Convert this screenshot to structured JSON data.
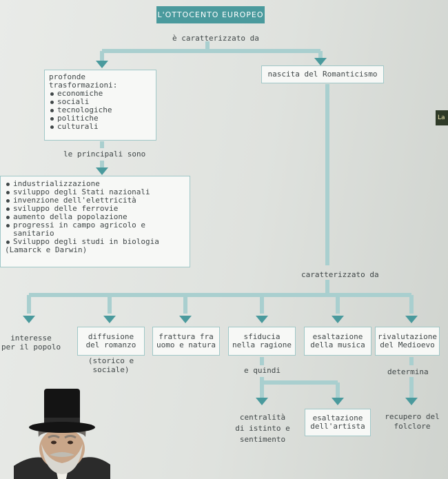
{
  "title": "L'OTTOCENTO EUROPEO",
  "caption_top": "è caratterizzato da",
  "left_box": {
    "heading": "profonde trasformazioni:",
    "items": [
      "economiche",
      "sociali",
      "tecnologiche",
      "politiche",
      "culturali"
    ]
  },
  "right_box": {
    "label": "nascita del Romanticismo"
  },
  "caption_principali": "le principali sono",
  "list_box": {
    "items": [
      "industrializzazione",
      "sviluppo degli Stati nazionali",
      "invenzione dell'elettricità",
      "sviluppo delle ferrovie",
      "aumento della popolazione",
      "progressi in campo agricolo e sanitario",
      "Sviluppo degli studi in biologia"
    ],
    "tail": "(Lamarck e Darwin)"
  },
  "caption_romanticismo": "caratterizzato da",
  "features": [
    {
      "label": "interesse\nper il popolo"
    },
    {
      "label": "diffusione\ndel romanzo"
    },
    {
      "label": "frattura fra\nuomo e natura"
    },
    {
      "label": "sfiducia\nnella ragione"
    },
    {
      "label": "esaltazione\ndella musica"
    },
    {
      "label": "rivalutazione\ndel Medioevo"
    }
  ],
  "romanzo_note": "(storico e\nsociale)",
  "caption_quindi": "e quindi",
  "caption_determina": "determina",
  "results": [
    {
      "label": "centralità\ndi istinto e\nsentimento"
    },
    {
      "label": "esaltazione\ndell'artista"
    },
    {
      "label": "recupero del\nfolclore"
    }
  ],
  "edge_tab": "La"
}
